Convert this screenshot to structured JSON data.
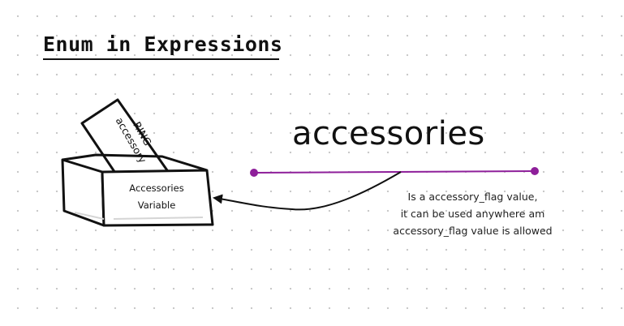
{
  "title": "Enum in Expressions",
  "keyword": "accessories",
  "card": {
    "line1": "RING",
    "line2": "accessory"
  },
  "box": {
    "line1": "Accessories",
    "line2": "Variable"
  },
  "note": {
    "line1": "Is a accessory_flag value,",
    "line2": "it can be used anywhere am",
    "line3": "accessory_flag value is allowed"
  },
  "colors": {
    "accent": "#8e1f9a",
    "ink": "#111111"
  }
}
